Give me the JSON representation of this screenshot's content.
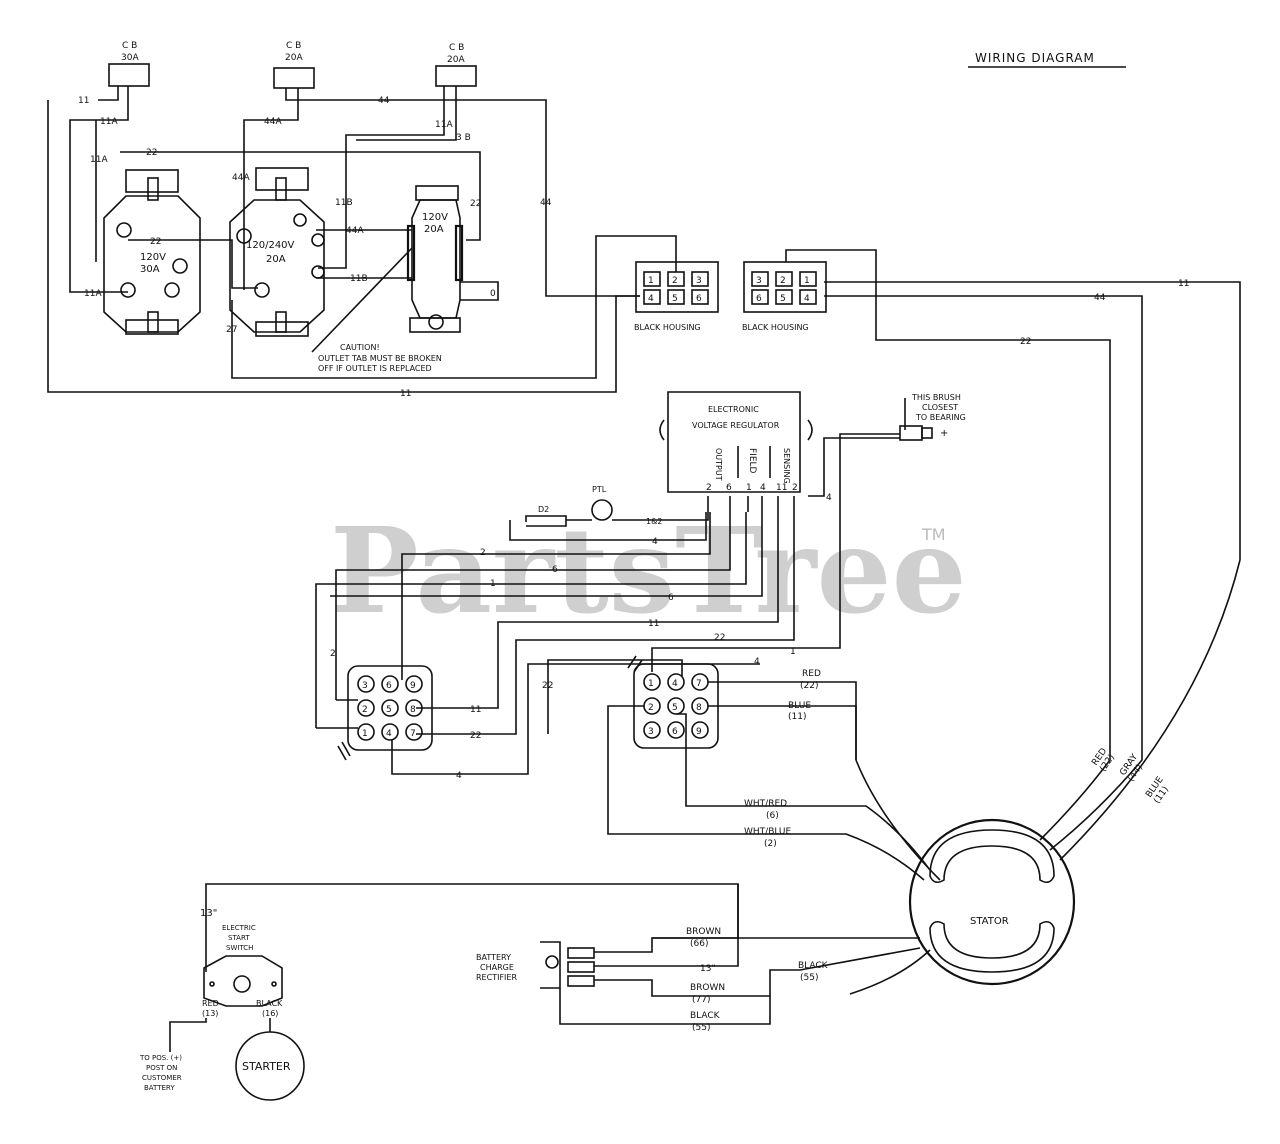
{
  "title": "WIRING DIAGRAM",
  "watermark": "PartsTree",
  "watermark_tm": "TM",
  "breakers": [
    {
      "label": "C B",
      "rating": "30A"
    },
    {
      "label": "C B",
      "rating": "20A"
    },
    {
      "label": "C B",
      "rating": "20A"
    }
  ],
  "outlets": [
    {
      "voltage": "120V",
      "amps": "30A"
    },
    {
      "voltage": "120/240V",
      "amps": "20A"
    },
    {
      "voltage": "120V",
      "amps": "20A"
    }
  ],
  "caution": [
    "CAUTION!",
    "OUTLET TAB MUST BE BROKEN",
    "OFF IF OUTLET IS REPLACED"
  ],
  "housings": [
    "BLACK HOUSING",
    "BLACK HOUSING"
  ],
  "housing_left_pins": [
    "1",
    "2",
    "3",
    "4",
    "5",
    "6"
  ],
  "housing_right_pins": [
    "3",
    "2",
    "1",
    "6",
    "5",
    "4"
  ],
  "wires_top": [
    "11",
    "11A",
    "11A",
    "11A",
    "11A",
    "44",
    "44A",
    "44A",
    "44A",
    "44",
    "22",
    "22",
    "22",
    "11B",
    "11B",
    "3 B",
    "0",
    "27",
    "11",
    "11",
    "44",
    "22"
  ],
  "regulator": {
    "title": "ELECTRONIC",
    "subtitle": "VOLTAGE REGULATOR",
    "sections": [
      "OUTPUT",
      "FIELD",
      "SENSING"
    ],
    "pins": [
      "2",
      "6",
      "1",
      "4",
      "11",
      "2"
    ]
  },
  "brush_note": [
    "THIS BRUSH",
    "CLOSEST",
    "TO BEARING"
  ],
  "brush_plus": "+",
  "mid_wires": [
    "D2",
    "PTL",
    "1&2",
    "4",
    "2",
    "6",
    "1",
    "6",
    "11",
    "22",
    "1",
    "4",
    "2",
    "22",
    "22",
    "11",
    "4"
  ],
  "left_connector": [
    "3",
    "6",
    "9",
    "2",
    "5",
    "8",
    "1",
    "4",
    "7"
  ],
  "right_connector": [
    "1",
    "4",
    "7",
    "2",
    "5",
    "8",
    "3",
    "6",
    "9"
  ],
  "stator_wires": [
    {
      "color": "RED",
      "num": "(22)"
    },
    {
      "color": "BLUE",
      "num": "(11)"
    },
    {
      "color": "WHT/RED",
      "num": "(6)"
    },
    {
      "color": "WHT/BLUE",
      "num": "(2)"
    },
    {
      "color": "RED",
      "num": "(22)"
    },
    {
      "color": "GRAY",
      "num": "(44)"
    },
    {
      "color": "BLUE",
      "num": "(11)"
    }
  ],
  "stator_label": "STATOR",
  "start_switch": [
    "ELECTRIC",
    "START",
    "SWITCH"
  ],
  "wire_13": "13\"",
  "switch_red": [
    "RED",
    "(13)"
  ],
  "switch_black": [
    "BLACK",
    "(16)"
  ],
  "starter_label": "STARTER",
  "battery_note": [
    "TO POS. (+)",
    "POST ON",
    "CUSTOMER",
    "BATTERY"
  ],
  "rectifier_label": [
    "BATTERY",
    "CHARGE",
    "RECTIFIER"
  ],
  "rectifier_wires": [
    {
      "color": "BROWN",
      "num": "(66)"
    },
    {
      "color": "",
      "num": "13\""
    },
    {
      "color": "BROWN",
      "num": "(77)"
    },
    {
      "color": "BLACK",
      "num": "(55)"
    },
    {
      "color": "BLACK",
      "num": "(55)"
    }
  ]
}
